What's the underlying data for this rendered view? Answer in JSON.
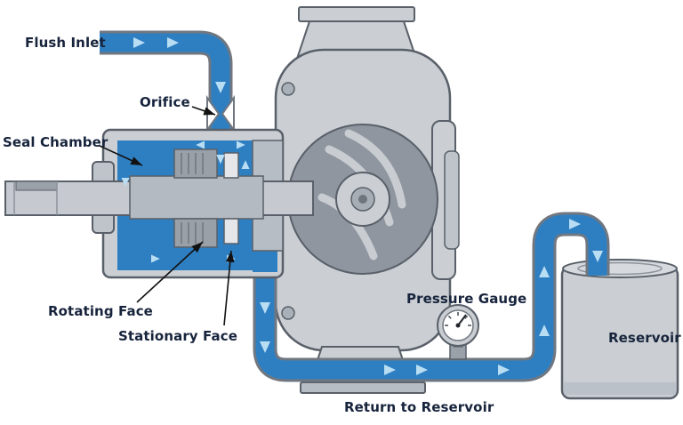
{
  "diagram": {
    "labels": {
      "flush_inlet": "Flush Inlet",
      "orifice": "Orifice",
      "seal_chamber": "Seal Chamber",
      "rotating_face": "Rotating Face",
      "stationary_face": "Stationary Face",
      "pressure_gauge": "Pressure Gauge",
      "reservoir": "Reservoir",
      "return_to_reservoir": "Return to Reservoir"
    },
    "colors": {
      "fluid": "#2e7fc2",
      "flow_arrow": "#b9def4",
      "pump_body": "#cbcfd4",
      "pump_body_dark": "#949ba3",
      "outline": "#596069",
      "label_text": "#17243c",
      "background": "#ffffff"
    }
  }
}
